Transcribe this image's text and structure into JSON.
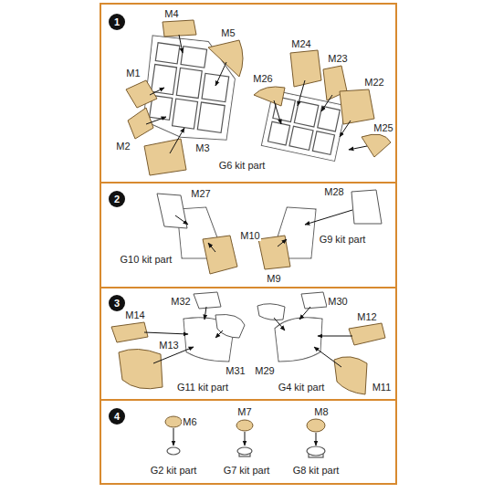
{
  "diagram": {
    "nodes": [
      {
        "text": [
          "1"
        ]
      },
      {
        "text": [
          "2"
        ]
      },
      {
        "text": [
          "3"
        ]
      },
      {
        "text": [
          "4"
        ]
      }
    ],
    "labels": [
      "M4",
      "M5",
      "M1",
      "M2",
      "M3",
      "G6 kit part",
      "M24",
      "M23",
      "M26",
      "M22",
      "M25",
      "M27",
      "M28",
      "G10 kit part",
      "G9 kit part",
      "M10",
      "M9",
      "M32",
      "M30",
      "M14",
      "M12",
      "M31",
      "M29",
      "G11 kit part",
      "G4 kit part",
      "M13",
      "M11",
      "M6",
      "M7",
      "M8",
      "G2 kit part",
      "G7 kit part",
      "G8 kit part"
    ]
  }
}
